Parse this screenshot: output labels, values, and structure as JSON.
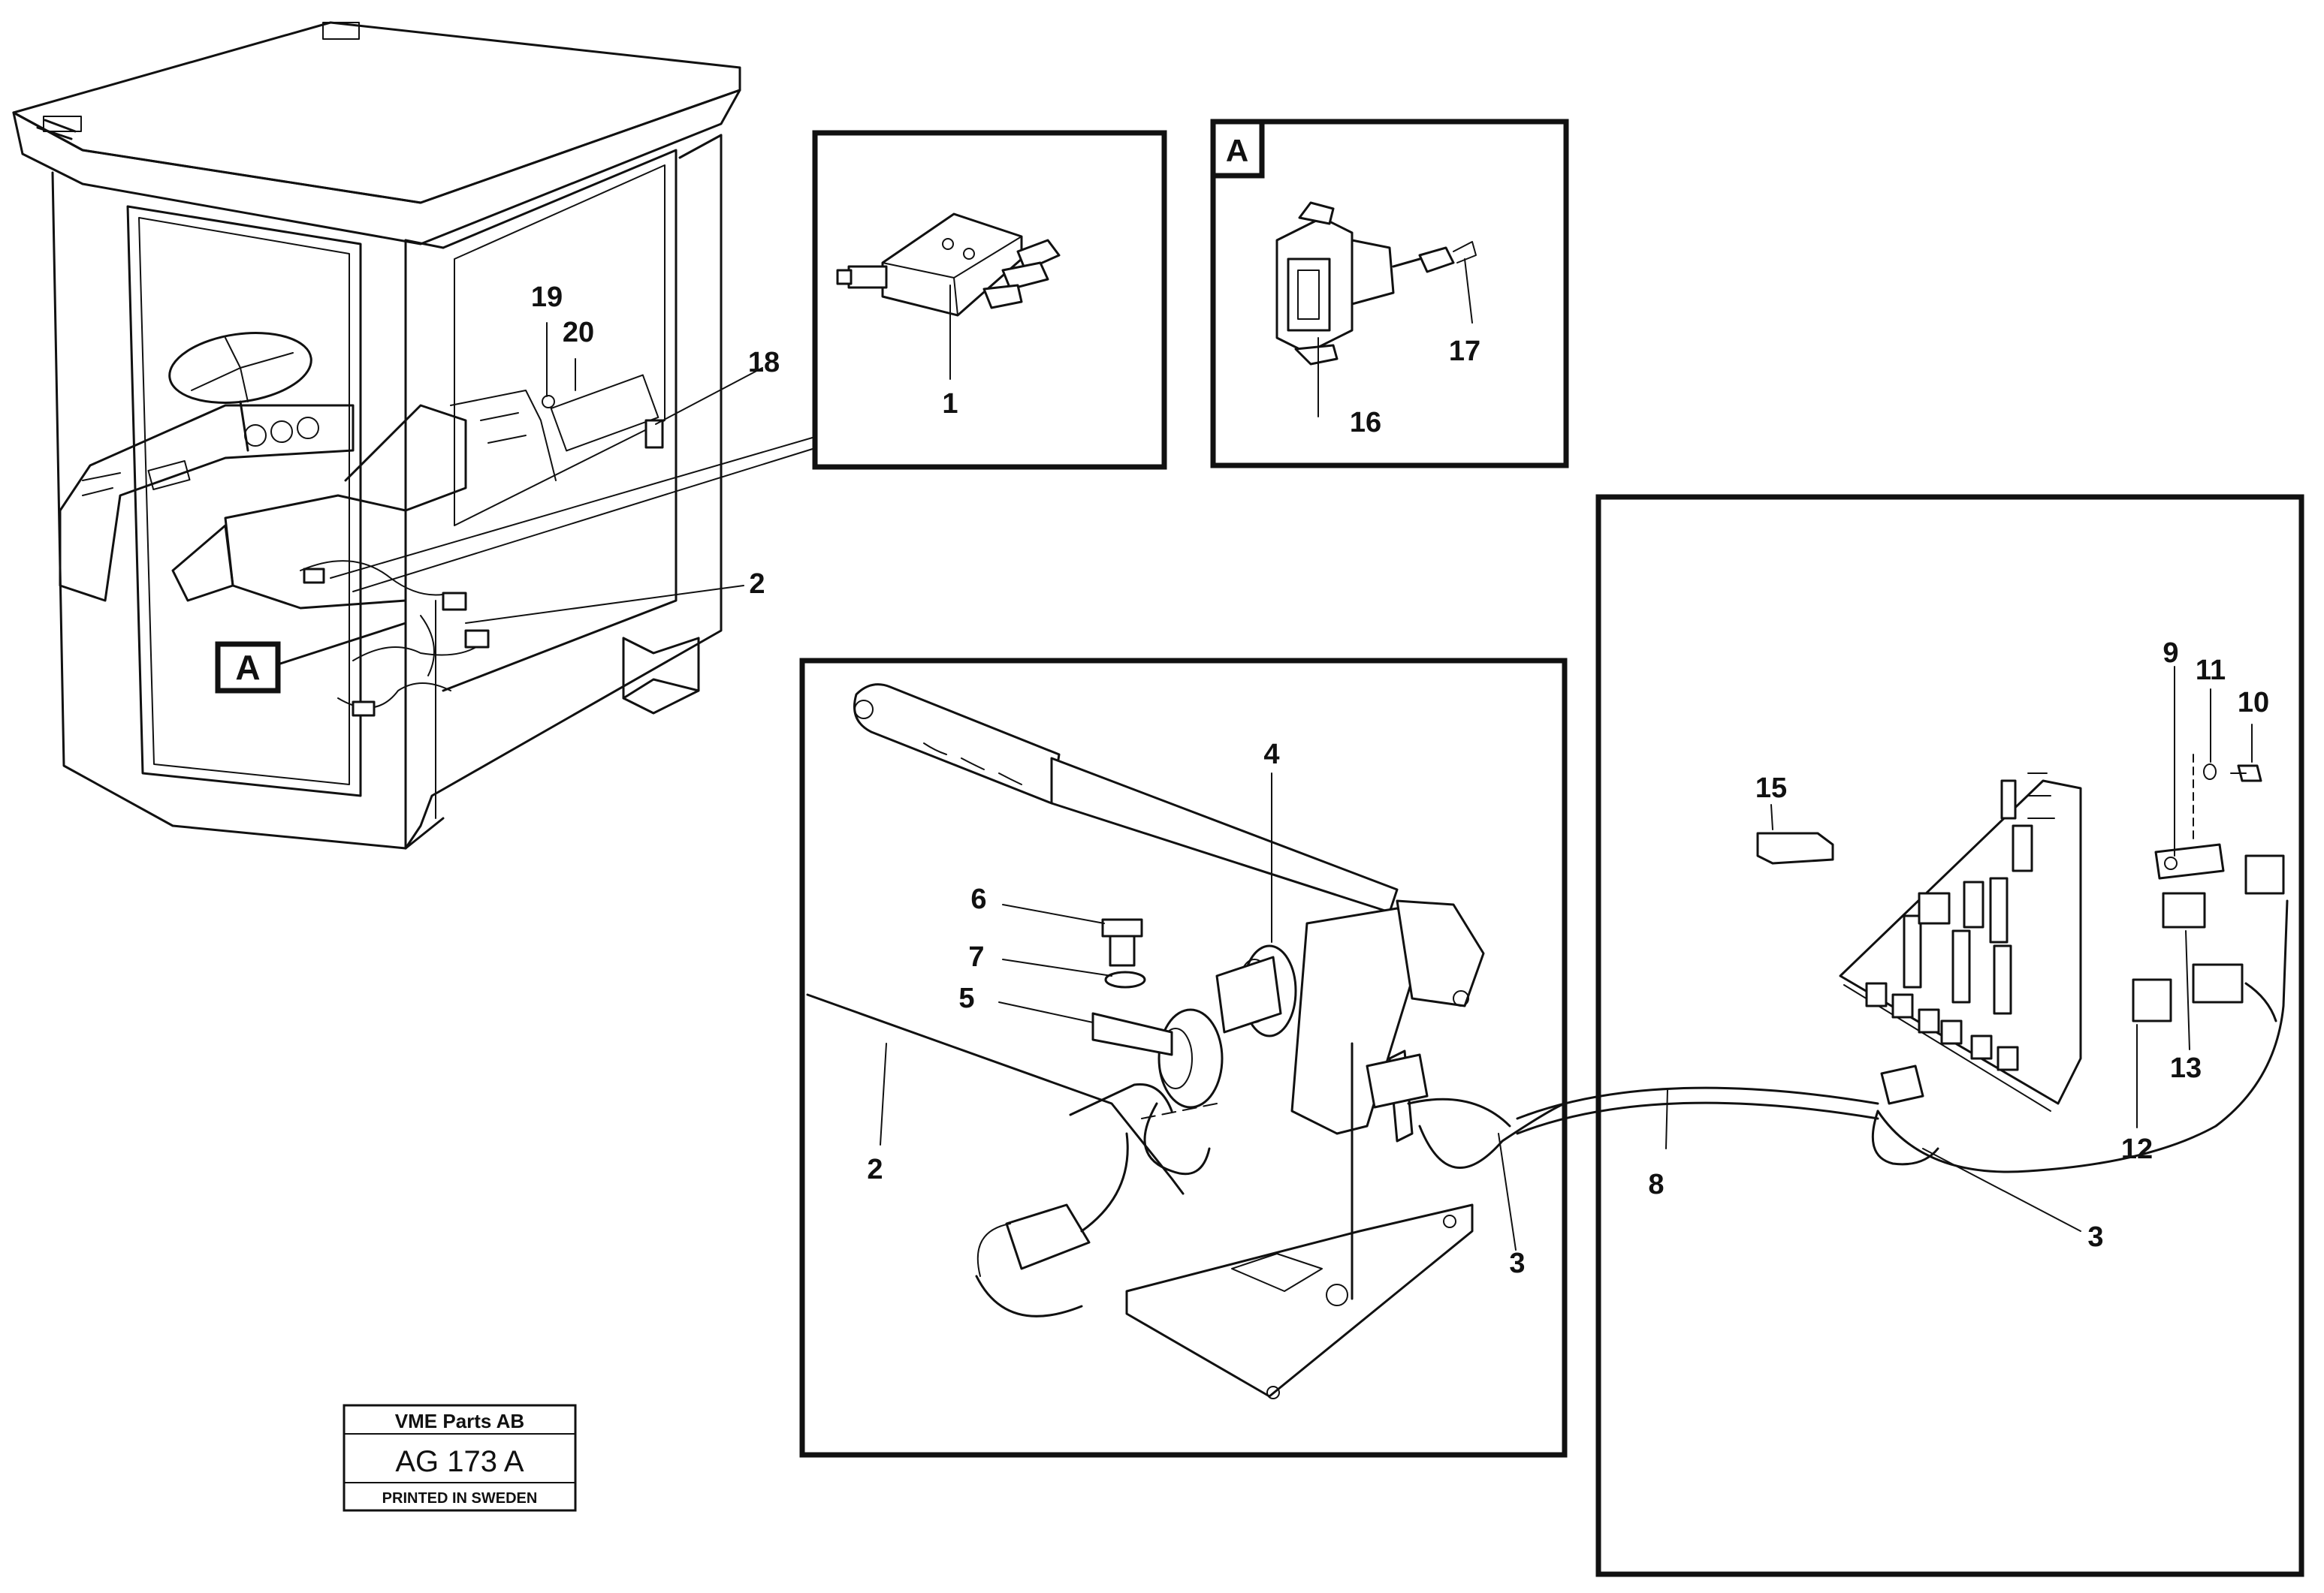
{
  "diagram": {
    "inset_tag": "A",
    "cab_marker": "A",
    "callouts": {
      "c1": "1",
      "c2a": "2",
      "c2b": "2",
      "c3a": "3",
      "c3b": "3",
      "c4": "4",
      "c5": "5",
      "c6": "6",
      "c7": "7",
      "c8": "8",
      "c9": "9",
      "c10": "10",
      "c11": "11",
      "c12": "12",
      "c13": "13",
      "c15": "15",
      "c16": "16",
      "c17": "17",
      "c18": "18",
      "c19": "19",
      "c20": "20"
    }
  },
  "title_block": {
    "company": "VME Parts AB",
    "code": "AG 173 A",
    "printed": "PRINTED IN SWEDEN"
  }
}
